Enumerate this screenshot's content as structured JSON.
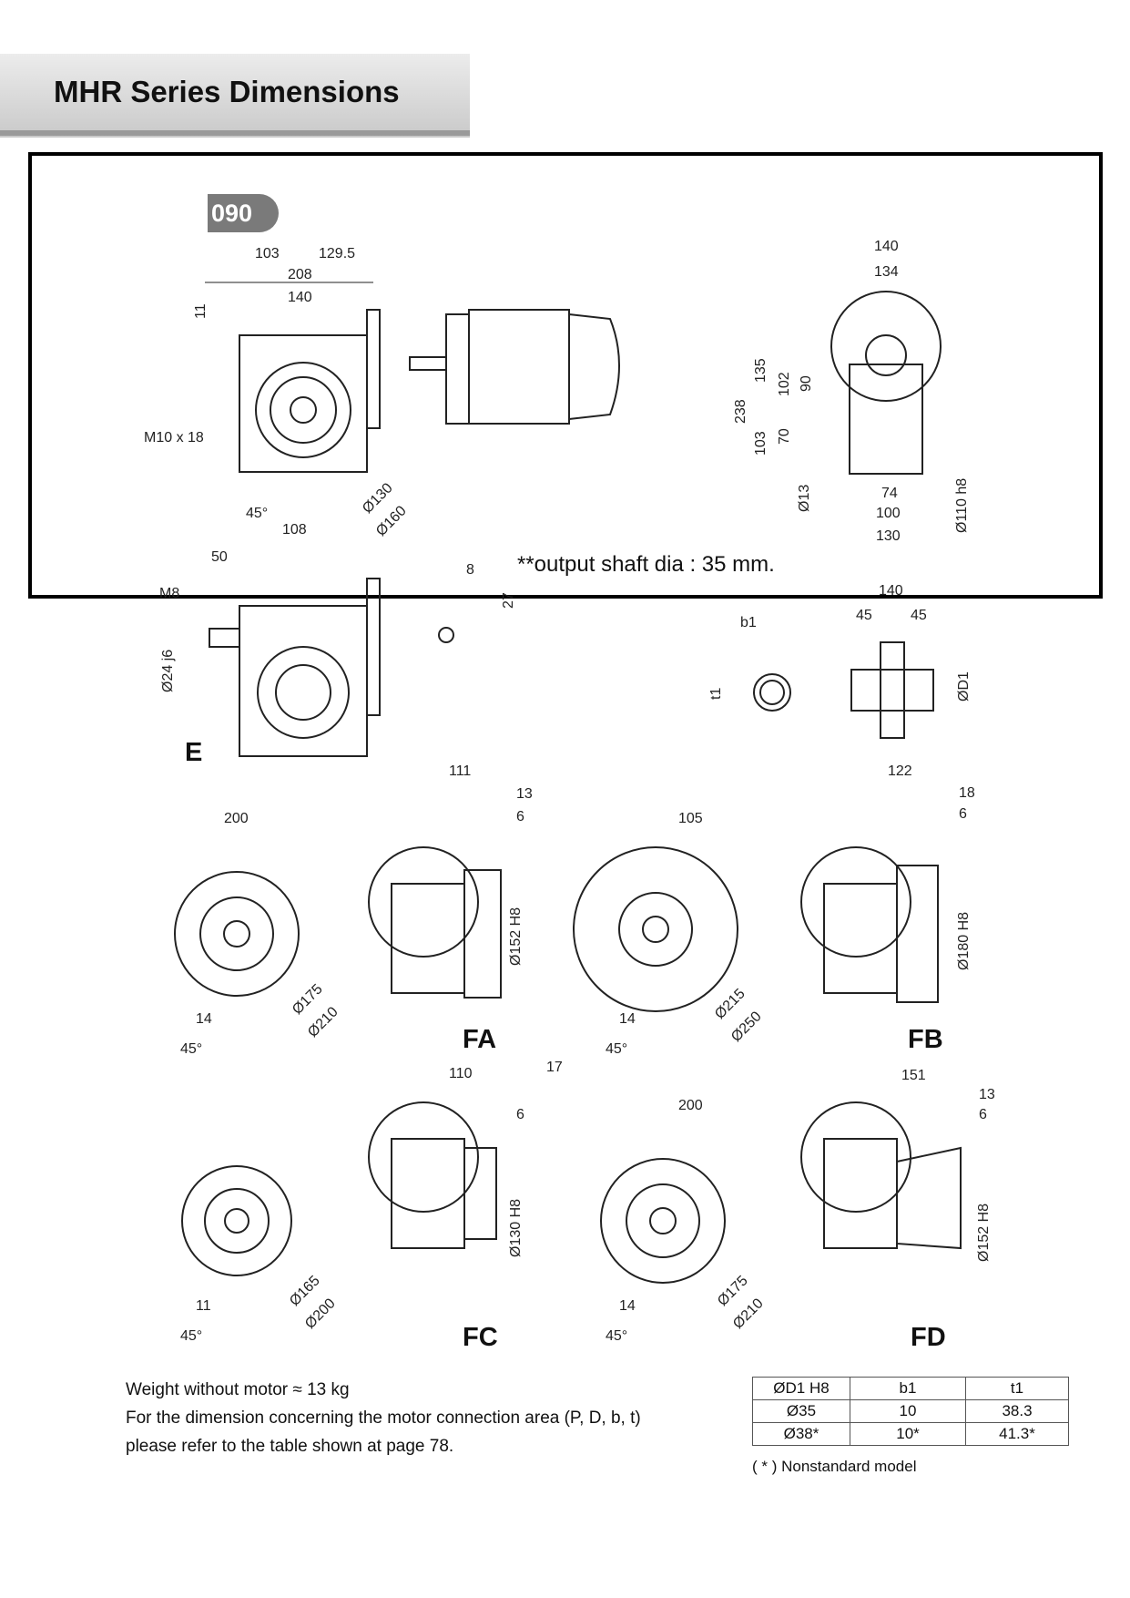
{
  "header": {
    "title": "MHR Series Dimensions"
  },
  "model": "090",
  "note_shaft": "**output shaft dia : 35 mm.",
  "top_view_dims": {
    "d103": "103",
    "d129_5": "129.5",
    "d208": "208",
    "d140": "140",
    "d11": "11",
    "thread": "M10 x 18",
    "angle": "45°",
    "d108": "108",
    "d130": "Ø130",
    "d160": "Ø160"
  },
  "side_view_dims": {
    "d140": "140",
    "d134": "134",
    "d238": "238",
    "d135": "135",
    "d102": "102",
    "d90": "90",
    "d103": "103",
    "d70": "70",
    "d13": "Ø13",
    "d74": "74",
    "d100": "100",
    "d130": "130",
    "d110": "Ø110 h8"
  },
  "e_view": {
    "label": "E",
    "d50": "50",
    "thread": "M8",
    "d24": "Ø24 j6",
    "d8": "8",
    "d27": "27"
  },
  "shaft_detail": {
    "d140": "140",
    "d45a": "45",
    "d45b": "45",
    "b1": "b1",
    "t1": "t1",
    "D1": "ØD1"
  },
  "flanges": {
    "FA": {
      "label": "FA",
      "d200": "200",
      "d175": "Ø175",
      "d210": "Ø210",
      "d14": "14",
      "angle": "45°",
      "d111": "111",
      "d13": "13",
      "d6": "6",
      "d152": "Ø152 H8"
    },
    "FB": {
      "label": "FB",
      "d105": "105",
      "d215": "Ø215",
      "d250": "Ø250",
      "d14": "14",
      "angle": "45°",
      "d122": "122",
      "d18": "18",
      "d6": "6",
      "d180": "Ø180 H8"
    },
    "FC": {
      "label": "FC",
      "d165": "Ø165",
      "d200": "Ø200",
      "d11": "11",
      "angle": "45°",
      "d110": "110",
      "d6": "6",
      "d130": "Ø130 H8"
    },
    "FD": {
      "label": "FD",
      "d200": "200",
      "d175": "Ø175",
      "d210": "Ø210",
      "d14": "14",
      "angle": "45°",
      "d151": "151",
      "d13": "13",
      "d6": "6",
      "d152": "Ø152 H8"
    }
  },
  "page_number": "17",
  "notes": {
    "line1": "Weight without motor ≈ 13 kg",
    "line2": "For the dimension concerning the motor connection area (P, D, b, t)",
    "line3": "please refer to the table shown at page 78."
  },
  "spec_table": {
    "headers": [
      "ØD1 H8",
      "b1",
      "t1"
    ],
    "rows": [
      [
        "Ø35",
        "10",
        "38.3"
      ],
      [
        "Ø38*",
        "10*",
        "41.3*"
      ]
    ]
  },
  "footnote": "( * ) Nonstandard model"
}
